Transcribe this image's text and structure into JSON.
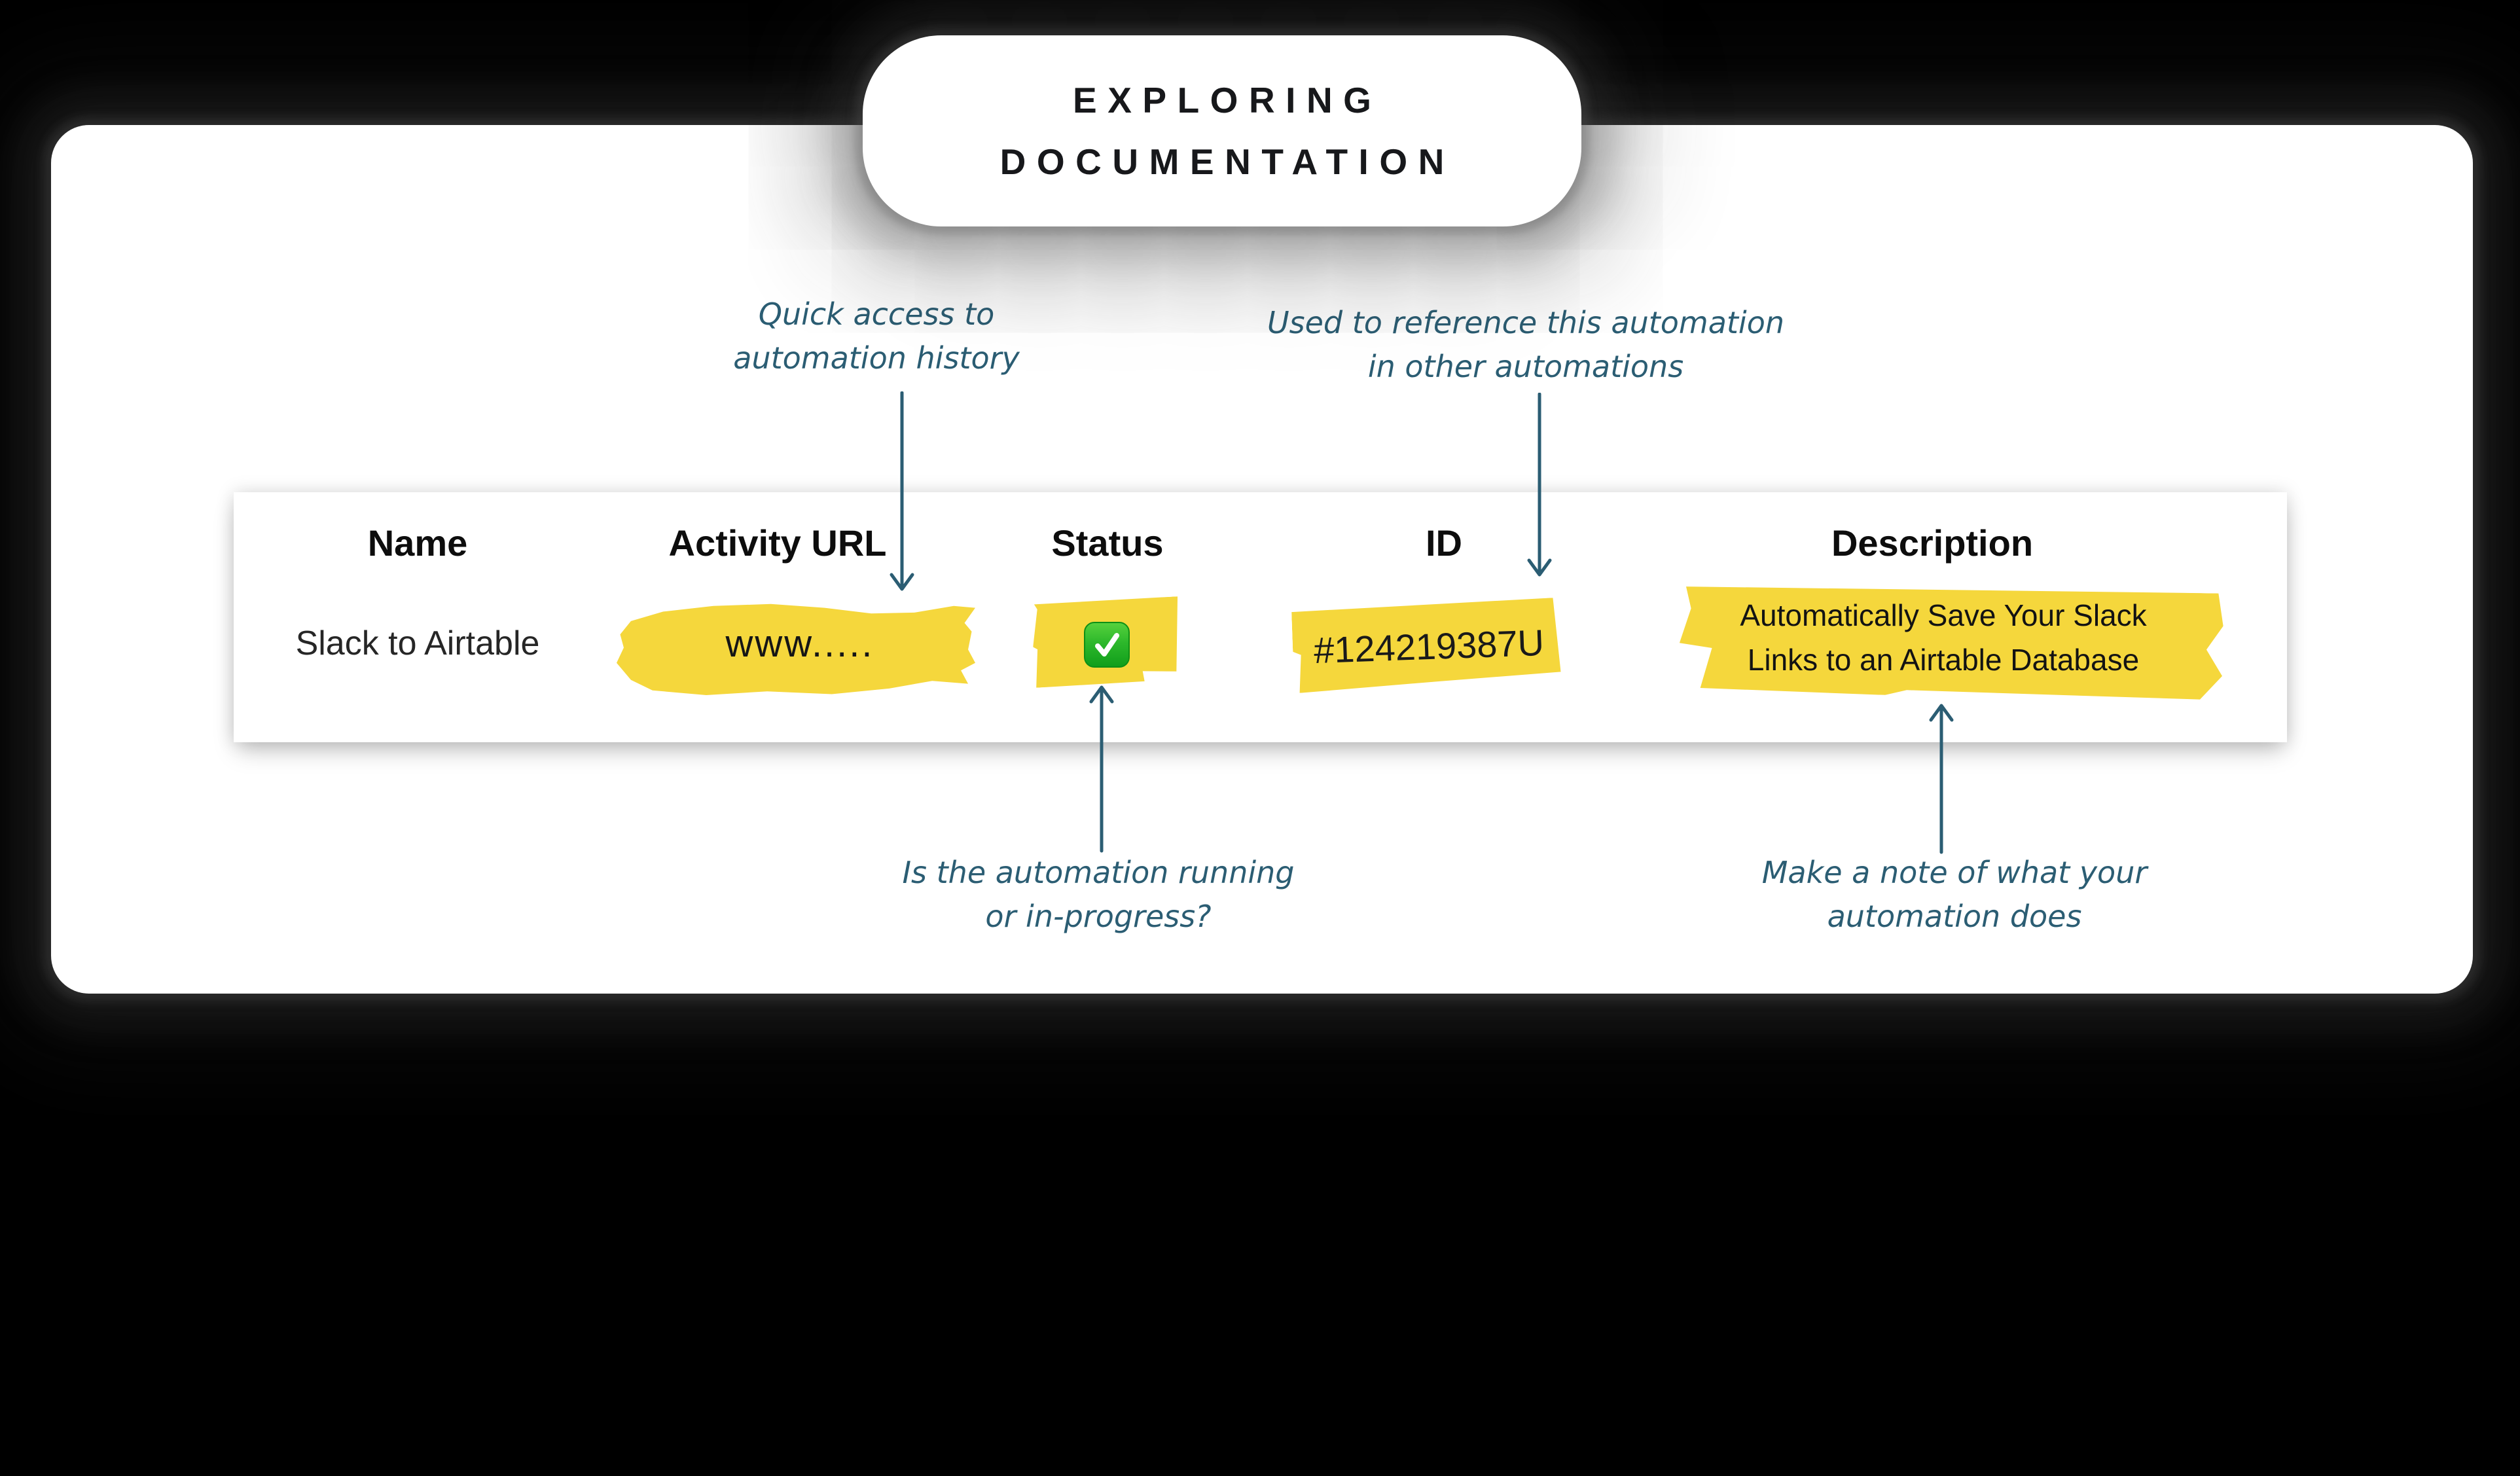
{
  "title": {
    "line1": "EXPLORING",
    "line2": "DOCUMENTATION"
  },
  "annotations": {
    "activity_url": "Quick access to\nautomation history",
    "id": "Used to reference this automation\nin other automations",
    "status": "Is the automation running\nor in-progress?",
    "description": "Make a note of what your\nautomation does"
  },
  "table": {
    "columns": [
      {
        "header": "Name",
        "value": "Slack to Airtable",
        "highlighted": false
      },
      {
        "header": "Activity URL",
        "value": "www.....",
        "highlighted": true
      },
      {
        "header": "Status",
        "icon": "check-mark-button-emoji",
        "highlighted": true
      },
      {
        "header": "ID",
        "value": "#124219387U",
        "highlighted": true
      },
      {
        "header": "Description",
        "value": "Automatically Save Your Slack\nLinks to an Airtable Database",
        "highlighted": true
      }
    ]
  },
  "colors": {
    "background": "#000000",
    "card": "#FFFFFF",
    "highlight_yellow": "#F5D73C",
    "annotation_ink": "#2B5D73",
    "check_green": "#2DB82B",
    "text": "#111111"
  }
}
